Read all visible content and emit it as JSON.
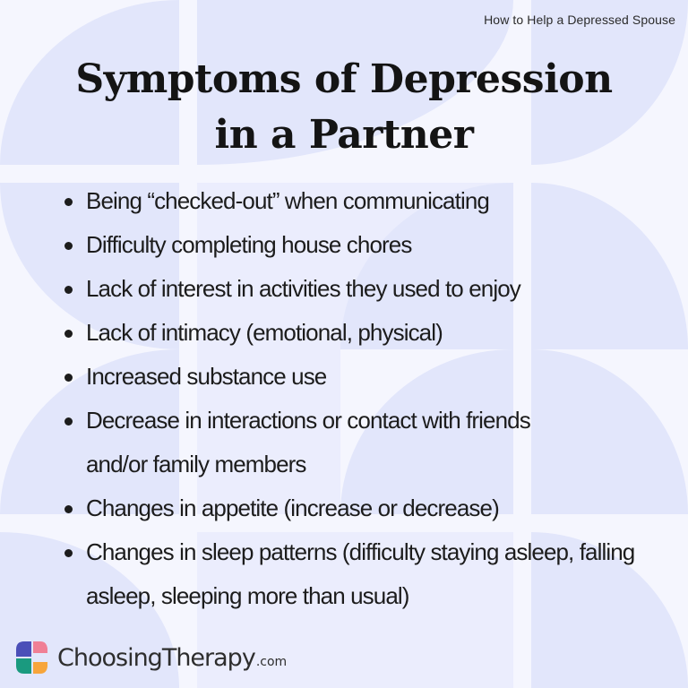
{
  "header": {
    "eyebrow": "How to Help a Depressed Spouse",
    "title_line1": "Symptoms of Depression",
    "title_line2": "in a Partner"
  },
  "symptoms": [
    "Being “checked-out” when communicating",
    "Difficulty completing house chores",
    "Lack of interest in activities they used to enjoy",
    "Lack of intimacy (emotional, physical)",
    "Increased substance use",
    "Decrease in interactions or contact with friends and/or family members",
    "Changes in appetite (increase or decrease)",
    "Changes in sleep patterns (difficulty staying asleep, falling asleep, sleeping more than usual)"
  ],
  "brand": {
    "name": "ChoosingTherapy",
    "domain": ".com",
    "icon": "choosingtherapy-logo-icon",
    "colors": {
      "top_left": "#4b4fb8",
      "top_right": "#f07f95",
      "bottom_left": "#1a9a7f",
      "bottom_right": "#f7a53b"
    }
  },
  "colors": {
    "background": "#f5f6fe",
    "shape": "#e2e6fb",
    "text": "#1c1c1c"
  }
}
